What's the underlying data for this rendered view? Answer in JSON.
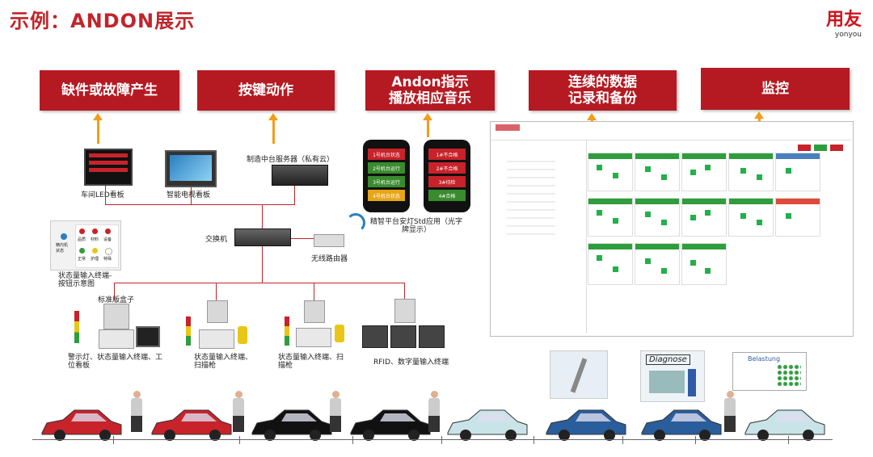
{
  "header": {
    "title": "示例：ANDON展示"
  },
  "brand": {
    "name": "用友",
    "sub": "yonyou",
    "color": "#d0111b"
  },
  "stages": [
    {
      "label": "缺件或故障产生"
    },
    {
      "label": "按键动作"
    },
    {
      "label": "Andon指示\n播放相应音乐"
    },
    {
      "label": "连续的数据\n记录和备份"
    },
    {
      "label": "监控"
    }
  ],
  "devices": {
    "led_board": "车间LED看板",
    "smart_tv": "智能电视看板",
    "server": "制造中台服务器（私有云）",
    "switch": "交换机",
    "router": "无线路由器",
    "terminal_diagram": "状态量输入终端-\n按钮示意图",
    "std_box": "标准版盒子",
    "app": "精智平台安灯Std应用（光字\n牌显示）",
    "group1": "警示灯、状态量输入终端、工\n位看板",
    "group2": "状态量输入终端、\n扫描枪",
    "group3": "状态量输入终端、扫\n描枪",
    "group4": "RFID、数字量输入终端"
  },
  "button_panel": {
    "left": "精内机\n状态",
    "row1": [
      "品质",
      "材料",
      "设备"
    ],
    "row2": [
      "正常",
      "护理",
      "特殊"
    ]
  },
  "phones": {
    "left": [
      {
        "text": "1号机台状态",
        "color": "#c8222a"
      },
      {
        "text": "2号机台运行",
        "color": "#3a8a2e"
      },
      {
        "text": "3号机台运行",
        "color": "#3a8a2e"
      },
      {
        "text": "4号机台状态",
        "color": "#e8a617"
      }
    ],
    "right": [
      {
        "text": "1#不合格",
        "color": "#c8222a"
      },
      {
        "text": "2#不合格",
        "color": "#c8222a"
      },
      {
        "text": "3#待检",
        "color": "#c8222a"
      },
      {
        "text": "4#合格",
        "color": "#3a8a2e"
      }
    ]
  },
  "stations": {
    "diagnose": "Diagnose",
    "belastung": "Belastung"
  },
  "colors": {
    "accent": "#b51a22",
    "arrow": "#f39c1a",
    "line": "#c0252b"
  }
}
